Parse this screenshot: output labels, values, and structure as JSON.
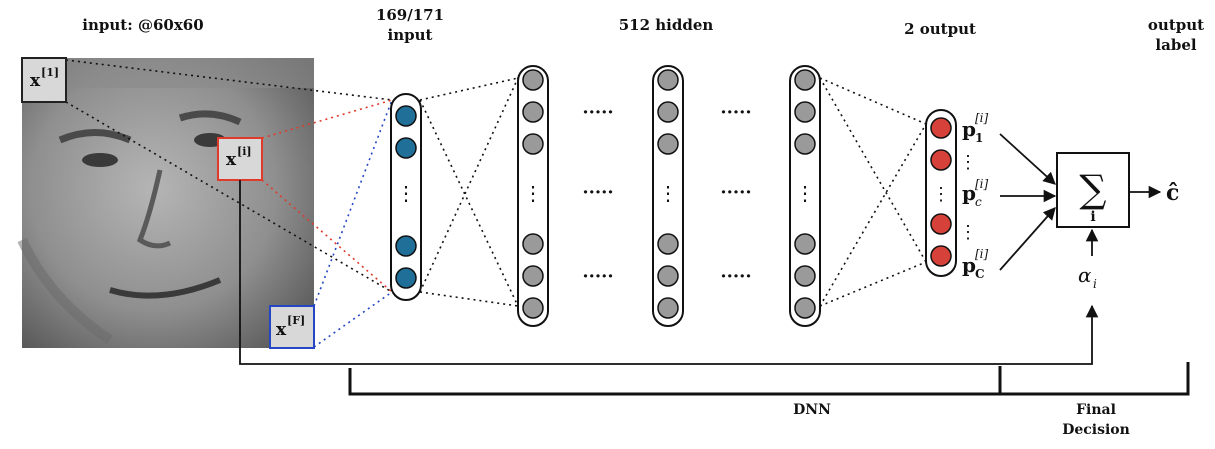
{
  "headers": {
    "input_image": "input: @60x60",
    "input_layer_line1": "169/171",
    "input_layer_line2": "input",
    "hidden_layers": "512 hidden",
    "output_layer": "2 output",
    "output_label_line1": "output",
    "output_label_line2": "label"
  },
  "patches": {
    "first": {
      "base": "x",
      "sup": "[1]"
    },
    "ith": {
      "base": "x",
      "sup": "[i]"
    },
    "last": {
      "base": "x",
      "sup": "[F]"
    }
  },
  "outputs": {
    "p1": {
      "base": "p",
      "sup": "[i]",
      "sub": "1"
    },
    "pc": {
      "base": "p",
      "sup": "[i]",
      "sub": "c"
    },
    "pC": {
      "base": "p",
      "sup": "[i]",
      "sub": "C"
    }
  },
  "decision": {
    "sum_symbol": "∑",
    "sum_index": "i",
    "weight": {
      "base": "α",
      "sub": "i"
    },
    "result": "ĉ"
  },
  "brackets": {
    "dnn_label": "DNN",
    "final_line1": "Final",
    "final_line2": "Decision"
  },
  "ellipsis_h": "·····",
  "ellipsis_v": "⋮",
  "colors": {
    "input_node": "#1f6f99",
    "hidden_node": "#9a9a9a",
    "output_node": "#d6413a",
    "patch_first": "#222222",
    "patch_ith": "#e03a2a",
    "patch_last": "#2546c4",
    "red_dotted": "#e03a2a",
    "blue_dotted": "#2546c4"
  }
}
